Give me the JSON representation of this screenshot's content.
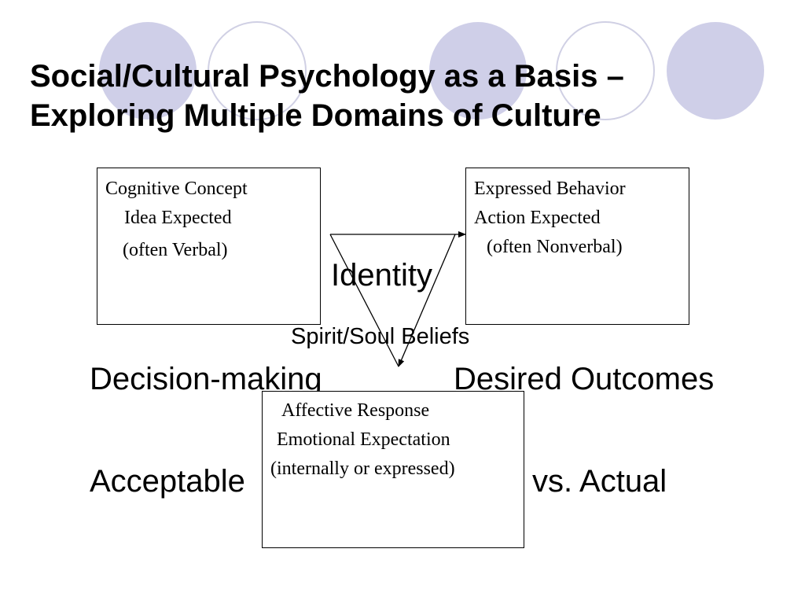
{
  "slide": {
    "title_line1": "Social/Cultural Psychology as a Basis –",
    "title_line2": "Exploring  Multiple Domains of Culture",
    "accent_color": "#cfcfe8"
  },
  "cognitive_box": {
    "line1": "Cognitive Concept",
    "line2": "Idea Expected",
    "line3": "(often Verbal)"
  },
  "behavior_box": {
    "line1": "Expressed Behavior",
    "line2": "Action Expected",
    "line3": "(often Nonverbal)"
  },
  "affective_box": {
    "line1": "Affective Response",
    "line2": "Emotional Expectation",
    "line3": "(internally or expressed)"
  },
  "labels": {
    "identity": "Identity",
    "spirit": "Spirit/Soul Beliefs",
    "decision": "Decision-making",
    "desired": "Desired Outcomes",
    "acceptable": "Acceptable",
    "actual": "vs. Actual"
  }
}
